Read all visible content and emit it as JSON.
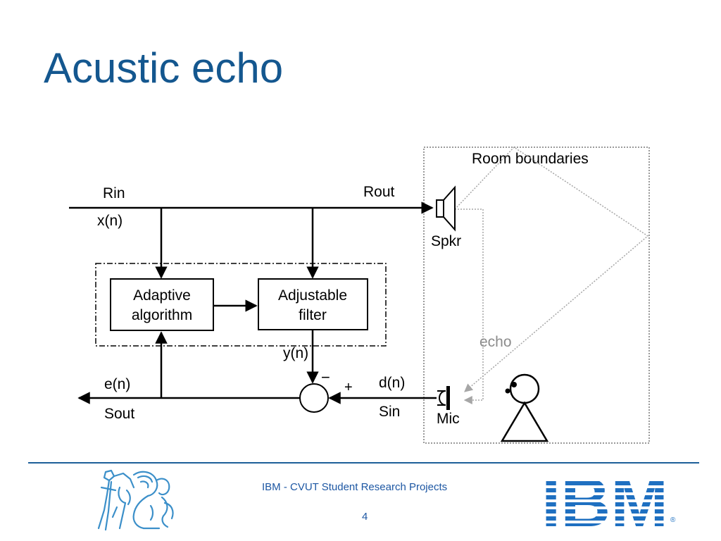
{
  "slide": {
    "title": "Acustic echo"
  },
  "diagram": {
    "room_label": "Room boundaries",
    "rin_label": "Rin",
    "xn_label": "x(n)",
    "rout_label": "Rout",
    "spkr_label": "Spkr",
    "adaptive_line1": "Adaptive",
    "adaptive_line2": "algorithm",
    "filter_line1": "Adjustable",
    "filter_line2": "filter",
    "yn_label": "y(n)",
    "minus_sign": "−",
    "plus_sign": "+",
    "en_label": "e(n)",
    "sout_label": "Sout",
    "dn_label": "d(n)",
    "sin_label": "Sin",
    "mic_label": "Mic",
    "echo_label": "echo"
  },
  "footer": {
    "text": "IBM - CVUT Student Research Projects",
    "page_number": "4",
    "ibm_logo_text": "IBM",
    "ibm_registered": "®"
  },
  "colors": {
    "title": "#14578f",
    "footer_text": "#1d57a3",
    "ibm_blue": "#1f70c1",
    "cvut_blue": "#3b8fc9",
    "echo_gray": "#8c8c8c"
  }
}
